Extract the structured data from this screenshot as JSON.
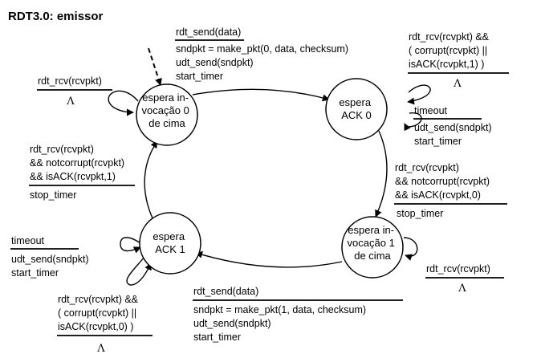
{
  "title": "RDT3.0: emissor",
  "states": {
    "s0": [
      "espera in-",
      "vocação 0",
      "de cima"
    ],
    "s1": [
      "espera",
      "ACK 0"
    ],
    "s2": [
      "espera in-",
      "vocação 1",
      "de cima"
    ],
    "s3": [
      "espera",
      "ACK 1"
    ]
  },
  "transitions": {
    "t_s0_s1": {
      "event": [
        "rdt_send(data)"
      ],
      "actions": [
        "sndpkt = make_pkt(0, data, checksum)",
        "udt_send(sndpkt)",
        "start_timer"
      ]
    },
    "t_s1_s2": {
      "event": [
        "rdt_rcv(rcvpkt)",
        "&& notcorrupt(rcvpkt)",
        "&& isACK(rcvpkt,0)"
      ],
      "actions": [
        "stop_timer"
      ]
    },
    "t_s2_s3": {
      "event": [
        "rdt_send(data)"
      ],
      "actions": [
        "sndpkt = make_pkt(1, data, checksum)",
        "udt_send(sndpkt)",
        "start_timer"
      ]
    },
    "t_s3_s0": {
      "event": [
        "rdt_rcv(rcvpkt)",
        "&& notcorrupt(rcvpkt)",
        "&& isACK(rcvpkt,1)"
      ],
      "actions": [
        "stop_timer"
      ]
    },
    "loop_s0": {
      "event": [
        "rdt_rcv(rcvpkt)"
      ],
      "actions": [
        "Λ"
      ]
    },
    "loop_s1_corrupt": {
      "event": [
        "rdt_rcv(rcvpkt) &&",
        "( corrupt(rcvpkt) ||",
        "isACK(rcvpkt,1) )"
      ],
      "actions": [
        "Λ"
      ]
    },
    "loop_s1_timeout": {
      "event": [
        "timeout"
      ],
      "actions": [
        "udt_send(sndpkt)",
        "start_timer"
      ]
    },
    "loop_s2": {
      "event": [
        "rdt_rcv(rcvpkt)"
      ],
      "actions": [
        "Λ"
      ]
    },
    "loop_s3_timeout": {
      "event": [
        "timeout"
      ],
      "actions": [
        "udt_send(sndpkt)",
        "start_timer"
      ]
    },
    "loop_s3_corrupt": {
      "event": [
        "rdt_rcv(rcvpkt) &&",
        "( corrupt(rcvpkt) ||",
        "isACK(rcvpkt,0) )"
      ],
      "actions": [
        "Λ"
      ]
    }
  }
}
